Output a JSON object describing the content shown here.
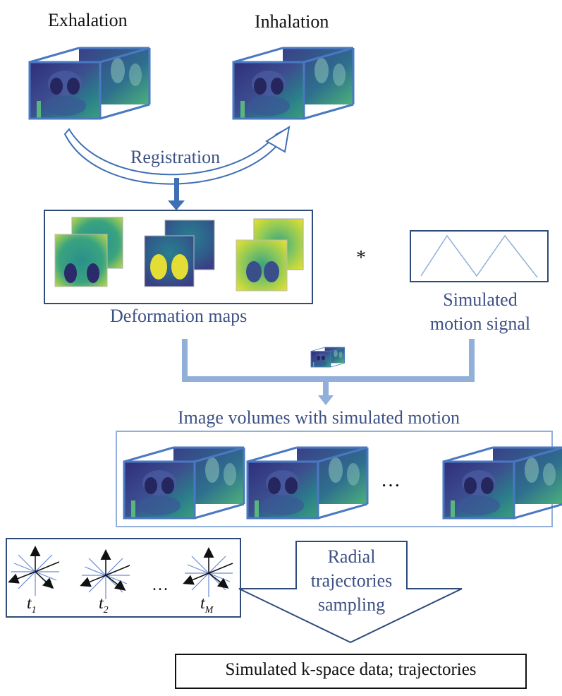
{
  "labels": {
    "exhalation": "Exhalation",
    "inhalation": "Inhalation",
    "registration": "Registration",
    "deformation_maps": "Deformation maps",
    "convolution_symbol": "*",
    "simulated_motion_line1": "Simulated",
    "simulated_motion_line2": "motion signal",
    "image_volumes": "Image volumes with simulated motion",
    "volumes_ellipsis": "…",
    "traj_ellipsis": "…",
    "t1_base": "t",
    "t1_sub": "1",
    "t2_base": "t",
    "t2_sub": "2",
    "tM_base": "t",
    "tM_sub": "M",
    "radial_line1": "Radial",
    "radial_line2": "trajectories",
    "radial_line3": "sampling",
    "output": "Simulated k-space data; trajectories"
  },
  "colors": {
    "blue_text": "#3e5184",
    "box_border": "#2e4b7a",
    "light_blue": "#92afd9",
    "arrow_blue": "#3f6fb5",
    "cube_edge": "#4a78c2",
    "viridis_dark": "#3b2a6e",
    "viridis_mid": "#2a8a8c",
    "viridis_yellow": "#f0e030"
  }
}
